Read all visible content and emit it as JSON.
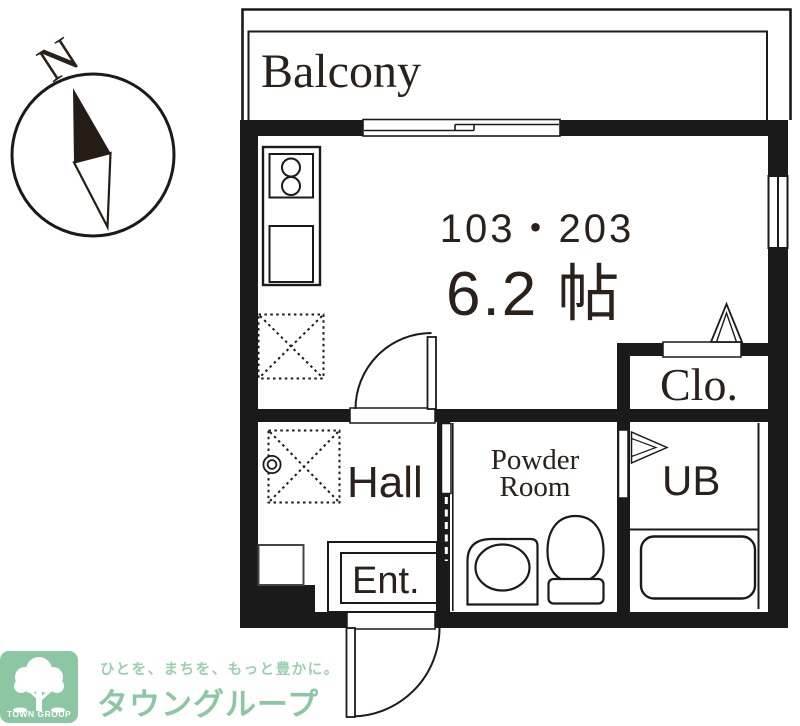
{
  "colors": {
    "wall_black": "#1a1a1a",
    "label_dark": "#2a211b",
    "logo_green": "#8cc6a2",
    "tagline_green": "#9ccfae"
  },
  "compass": {
    "north": "N"
  },
  "balcony": {
    "label": "Balcony"
  },
  "main_room": {
    "unit_numbers": "103・203",
    "area": "6.2 帖"
  },
  "closet": {
    "label": "Clo."
  },
  "hall": {
    "label": "Hall"
  },
  "powder_room": {
    "line1": "Powder",
    "line2": "Room"
  },
  "unit_bath": {
    "label": "UB"
  },
  "entrance": {
    "label": "Ent."
  },
  "logo": {
    "badge": "TOWN GROUP",
    "tagline": "ひとを、まちを、もっと豊かに。",
    "brand": "タウングループ"
  }
}
